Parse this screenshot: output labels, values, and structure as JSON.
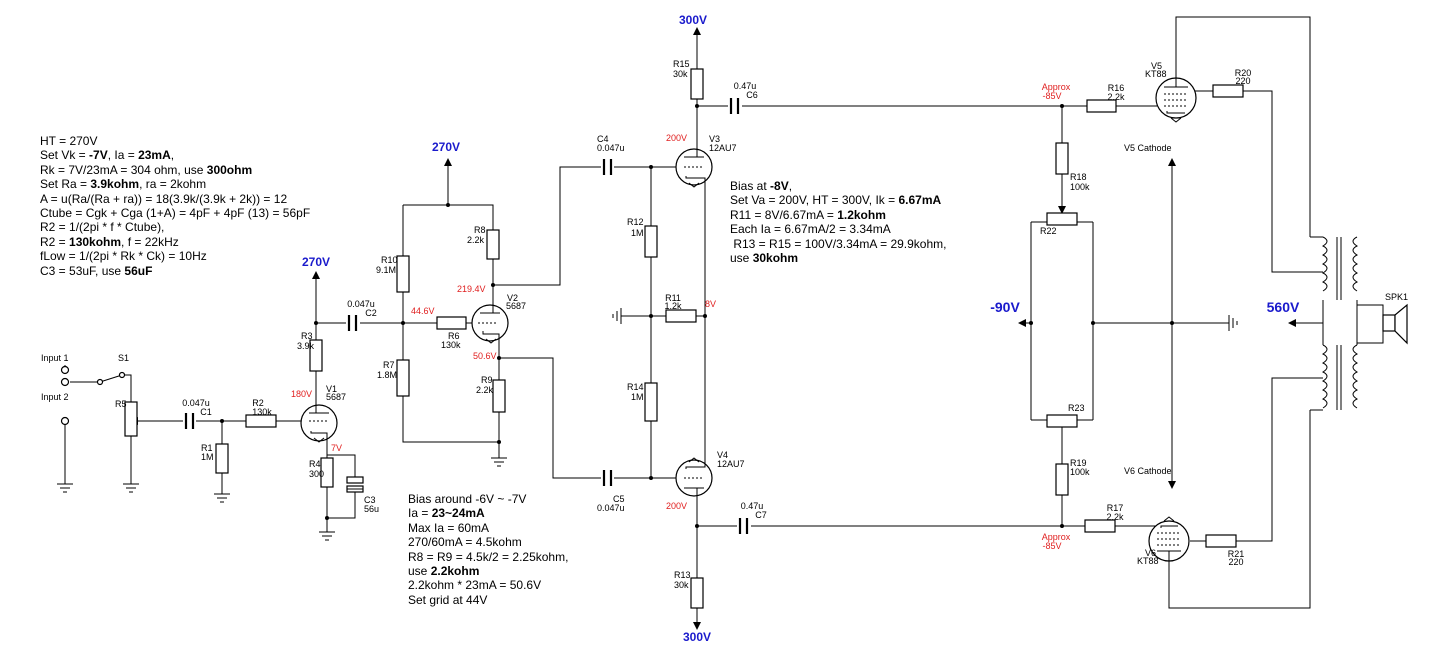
{
  "rails": {
    "hv_top": "300V",
    "hv_bottom": "300V",
    "b270_a": "270V",
    "b270_b": "270V",
    "neg_bias": "-90V",
    "output_hv": "560V"
  },
  "components": {
    "input1": "Input 1",
    "input2": "Input 2",
    "s1": "S1",
    "r5": "R5",
    "c1": "C1",
    "c1_val": "0.047u",
    "r2": "R2",
    "r2_val": "130k",
    "r1": "R1",
    "r1_val": "1M",
    "r3": "R3",
    "r3_val": "3.9k",
    "v1": "V1",
    "v1_type": "5687",
    "r4": "R4",
    "r4_val": "300",
    "c3": "C3",
    "c3_val": "56u",
    "c2": "C2",
    "c2_val": "0.047u",
    "r10": "R10",
    "r10_val": "9.1M",
    "r7": "R7",
    "r7_val": "1.8M",
    "r6": "R6",
    "r6_val": "130k",
    "r8": "R8",
    "r8_val": "2.2k",
    "v2": "V2",
    "v2_type": "5687",
    "r9": "R9",
    "r9_val": "2.2k",
    "c4": "C4",
    "c4_val": "0.047u",
    "c5": "C5",
    "c5_val": "0.047u",
    "r12": "R12",
    "r12_val": "1M",
    "r11": "R11",
    "r11_val": "1.2k",
    "r14": "R14",
    "r14_val": "1M",
    "v3": "V3",
    "v3_type": "12AU7",
    "v4": "V4",
    "v4_type": "12AU7",
    "r15": "R15",
    "r15_val": "30k",
    "r13": "R13",
    "r13_val": "30k",
    "c6": "C6",
    "c6_val": "0.47u",
    "c7": "C7",
    "c7_val": "0.47u",
    "r16": "R16",
    "r16_val": "2.2k",
    "r17": "R17",
    "r17_val": "2.2k",
    "r18": "R18",
    "r18_val": "100k",
    "r19": "R19",
    "r19_val": "100k",
    "r22": "R22",
    "r23": "R23",
    "v5": "V5",
    "v5_type": "KT88",
    "v6": "V6",
    "v6_type": "KT88",
    "r20": "R20",
    "r20_val": "220",
    "r21": "R21",
    "r21_val": "220",
    "spk": "SPK1",
    "v5_cathode": "V5 Cathode",
    "v6_cathode": "V6 Cathode"
  },
  "voltages": {
    "v1_plate": "180V",
    "v1_cathode": "7V",
    "v2_grid": "44.6V",
    "v2_plate": "219.4V",
    "v2_cathode": "50.6V",
    "v3_plate": "200V",
    "v4_plate": "200V",
    "ltp_cathode": "8V",
    "approx_top": "Approx",
    "approx_top_val": "-85V",
    "approx_bot": "Approx",
    "approx_bot_val": "-85V"
  },
  "notes_left": [
    [
      "HT = 270V"
    ],
    [
      "Set Vk = ",
      "-7V",
      ", Ia = ",
      "23mA",
      ","
    ],
    [
      "Rk = 7V/23mA = 304 ohm, use ",
      "300ohm"
    ],
    [
      "Set Ra = ",
      "3.9kohm",
      ", ra = 2kohm"
    ],
    [
      "A = u(Ra/(Ra + ra)) = 18(3.9k/(3.9k + 2k)) = 12"
    ],
    [
      "Ctube = Cgk + Cga (1+A) = 4pF + 4pF (13) = 56pF"
    ],
    [
      "R2 = 1/(2pi * f * Ctube),"
    ],
    [
      "R2 = ",
      "130kohm",
      ", f = 22kHz"
    ],
    [
      "fLow = 1/(2pi * Rk * Ck) = 10Hz"
    ],
    [
      "C3 = 53uF, use ",
      "56uF"
    ]
  ],
  "notes_bottom": [
    [
      "Bias around -6V ~ -7V"
    ],
    [
      "Ia = ",
      "23~24mA"
    ],
    [
      "Max Ia = 60mA"
    ],
    [
      "270/60mA = 4.5kohm"
    ],
    [
      "R8 = R9 = 4.5k/2 = 2.25kohm,"
    ],
    [
      "use ",
      "2.2kohm"
    ],
    [
      "2.2kohm * 23mA = 50.6V"
    ],
    [
      "Set grid at 44V"
    ]
  ],
  "notes_right": [
    [
      "Bias at ",
      "-8V",
      ","
    ],
    [
      "Set Va = 200V, HT = 300V, Ik = ",
      "6.67mA"
    ],
    [
      "R11 = 8V/6.67mA = ",
      "1.2kohm"
    ],
    [
      "Each Ia = 6.67mA/2 = 3.34mA"
    ],
    [
      " R13 = R15 = 100V/3.34mA = 29.9kohm,"
    ],
    [
      "use ",
      "30kohm"
    ]
  ]
}
